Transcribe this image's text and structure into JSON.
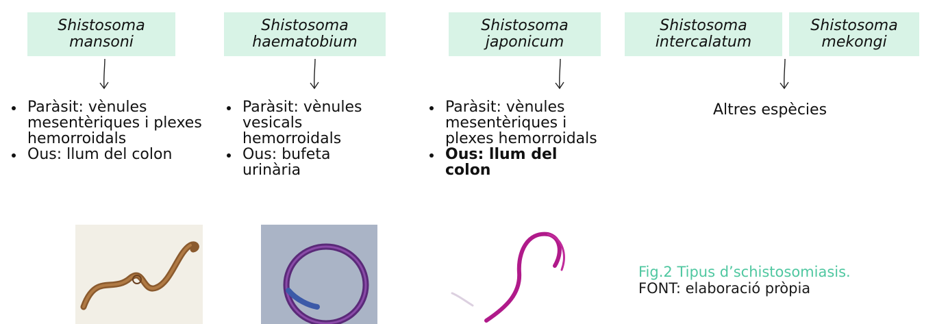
{
  "species": [
    {
      "line1": "Shistosoma",
      "line2": "mansoni"
    },
    {
      "line1": "Shistosoma",
      "line2": "haematobium"
    },
    {
      "line1": "Shistosoma",
      "line2": "japonicum"
    },
    {
      "line1": "Shistosoma",
      "line2": "intercalatum"
    },
    {
      "line1": "Shistosoma",
      "line2": "mekongi"
    }
  ],
  "details": [
    {
      "items": [
        {
          "text": "Paràsit: vènules mesentèriques i plexes hemorroidals"
        },
        {
          "text": "Ous: llum del colon"
        }
      ]
    },
    {
      "items": [
        {
          "text": "Paràsit: vènules vesicals hemorroidals"
        },
        {
          "text": "Ous: bufeta urinària"
        }
      ]
    },
    {
      "items": [
        {
          "text": "Paràsit: vènules mesentèriques i plexes hemorroidals"
        },
        {
          "text": "Ous: llum del colon"
        }
      ]
    }
  ],
  "other_species_label": "Altres espècies",
  "images": [
    {
      "icon": "schistosoma-mansoni-worm-photo"
    },
    {
      "icon": "schistosoma-haematobium-worm-photo"
    },
    {
      "icon": "schistosoma-japonicum-worm-photo"
    }
  ],
  "caption": {
    "figure_ref": "Fig.2",
    "title": " Tipus d’schistosomiasis.",
    "source": "FONT: elaboració pròpia"
  },
  "colors": {
    "box_fill": "#d8f3e6",
    "caption_accent": "#4fc7a0",
    "text": "#111111"
  }
}
